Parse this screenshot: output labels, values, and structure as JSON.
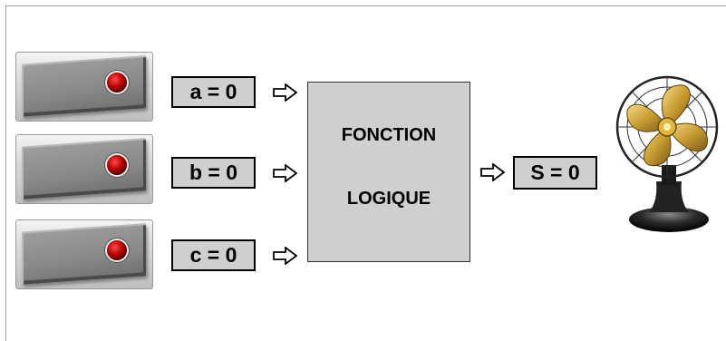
{
  "inputs": [
    {
      "label": "a = 0"
    },
    {
      "label": "b = 0"
    },
    {
      "label": "c = 0"
    }
  ],
  "function_box": {
    "line1": "FONCTION",
    "line2": "LOGIQUE"
  },
  "output": {
    "label": "S = 0"
  },
  "colors": {
    "box_fill": "#cfcfcf",
    "led_off": "#b00000",
    "fan_blade": "#d9b85a"
  },
  "icons": [
    "toggle-switch-icon",
    "right-arrow-icon",
    "fan-icon"
  ]
}
